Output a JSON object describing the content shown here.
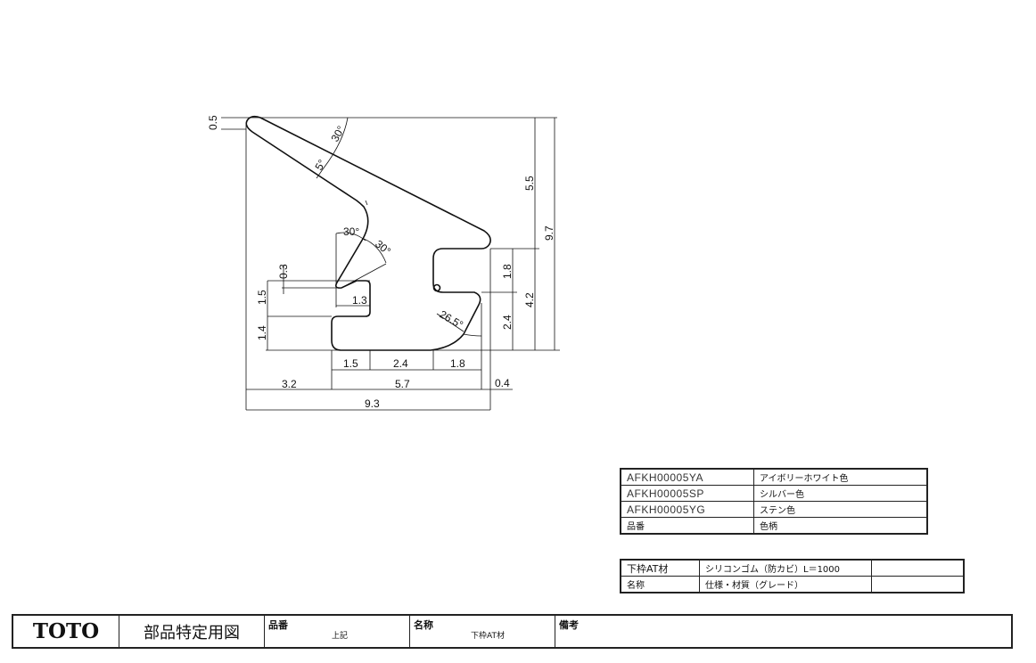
{
  "drawing": {
    "dimensions": {
      "d0_5": "0.5",
      "d30a": "30°",
      "d5": "5°",
      "d30b": "30°",
      "d30c": "30°",
      "d0_3": "0.3",
      "d1_5v": "1.5",
      "d1_3": "1.3",
      "d1_4": "1.4",
      "d26_5": "26.5°",
      "d1_8v": "1.8",
      "d2_4v": "2.4",
      "d4_2": "4.2",
      "d5_5": "5.5",
      "d9_7": "9.7",
      "d1_5h": "1.5",
      "d2_4h": "2.4",
      "d1_8h": "1.8",
      "d3_2": "3.2",
      "d5_7": "5.7",
      "d0_4": "0.4",
      "d9_3": "9.3"
    }
  },
  "parts_table": {
    "rows": [
      {
        "code": "AFKH00005YA",
        "color": "アイボリーホワイト色"
      },
      {
        "code": "AFKH00005SP",
        "color": "シルバー色"
      },
      {
        "code": "AFKH00005YG",
        "color": "ステン色"
      }
    ],
    "header": {
      "code": "品番",
      "color": "色柄"
    }
  },
  "spec_table": {
    "name": "下枠AT材",
    "spec": "シリコンゴム（防カビ）L＝1000",
    "name_label": "名称",
    "spec_label": "仕様・材質（グレード）"
  },
  "title_block": {
    "logo": "TOTO",
    "title": "部品特定用図",
    "part_no_label": "品番",
    "part_no": "上記",
    "name_label": "名称",
    "name": "下枠AT材",
    "remarks_label": "備考"
  }
}
